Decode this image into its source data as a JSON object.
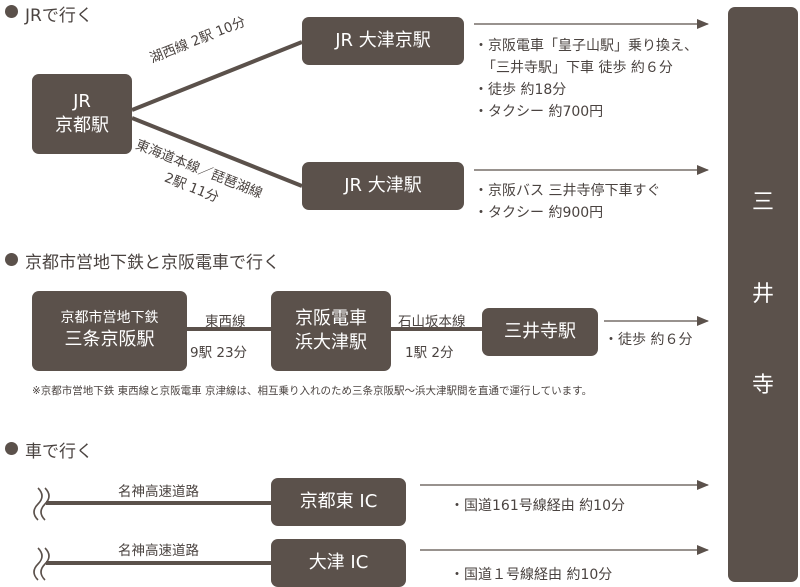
{
  "jr": {
    "header": "JRで行く",
    "origin": {
      "line1": "JR",
      "line2": "京都駅"
    },
    "route_top": {
      "label": "湖西線 2駅 10分",
      "dest": "JR 大津京駅"
    },
    "route_bottom": {
      "label_line1": "東海道本線／琵琶湖線",
      "label_line2": "2駅 11分",
      "dest": "JR 大津駅"
    },
    "notes_top": [
      "・京阪電車「皇子山駅」乗り換え、",
      "「三井寺駅」下車 徒歩 約６分",
      "・徒歩 約18分",
      "・タクシー 約700円"
    ],
    "notes_bottom": [
      "・京阪バス 三井寺停下車すぐ",
      "・タクシー 約900円"
    ]
  },
  "subway": {
    "header": "京都市営地下鉄と京阪電車で行く",
    "box1": {
      "line1": "京都市営地下鉄",
      "line2": "三条京阪駅"
    },
    "seg1": {
      "line": "東西線",
      "time": "9駅 23分"
    },
    "box2": {
      "line1": "京阪電車",
      "line2": "浜大津駅"
    },
    "seg2": {
      "line": "石山坂本線",
      "time": "1駅 2分"
    },
    "box3": "三井寺駅",
    "walk": "・徒歩 約６分",
    "footnote": "※京都市営地下鉄 東西線と京阪電車 京津線は、相互乗り入れのため三条京阪駅〜浜大津駅間を直通で運行しています。"
  },
  "car": {
    "header": "車で行く",
    "road1": {
      "road": "名神高速道路",
      "ic": "京都東 IC",
      "note": "・国道161号線経由 約10分"
    },
    "road2": {
      "road": "名神高速道路",
      "ic": "大津 IC",
      "note": "・国道１号線経由 約10分"
    }
  },
  "destination": {
    "chars": [
      "三",
      "井",
      "寺"
    ]
  },
  "colors": {
    "box": "#5b514b",
    "text": "#4a4340",
    "background": "#ffffff"
  }
}
